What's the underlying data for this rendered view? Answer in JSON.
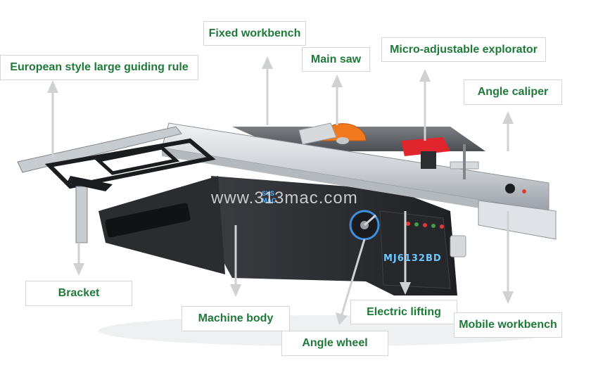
{
  "labels": {
    "fixed_workbench": "Fixed workbench",
    "european_rule": "European style large guiding rule",
    "main_saw": "Main saw",
    "micro_explorator": "Micro-adjustable explorator",
    "angle_caliper": "Angle caliper",
    "bracket": "Bracket",
    "machine_body": "Machine body",
    "electric_lifting": "Electric lifting",
    "mobile_workbench": "Mobile workbench",
    "angle_wheel": "Angle wheel"
  },
  "watermark": "www.313mac.com",
  "model_plate": "MJ6132BD",
  "colors": {
    "label_text": "#1f7a3a",
    "arrow": "#c8c8c8",
    "machine_dark": "#2b2d31",
    "rail_silver": "#cfd3d8",
    "saw_orange": "#f2781e",
    "explorator_red": "#e0262c"
  }
}
